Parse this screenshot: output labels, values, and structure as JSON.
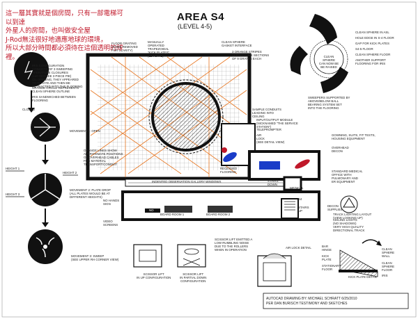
{
  "chinese_note": "這一層其實就是個房間，只有一部電梯可以到達\n外星人的房間，也叫做安全屋\nJ-Rod無法很好地適應地球的環境，\n所以大部分時間都必須待在這個透明的球裡。",
  "title": "AREA S4",
  "subtitle": "(LEVEL 4-5)",
  "labels": {
    "iris_config": "IRIS CONFIGURATION\nCONSISTS OF 3 SWEEPING\nAPERATURE CLOSURES\n(120 DEGREE 3 PIECE PIE)\nON OPENING, THEY APPEARED\nTO ROTATE AND THEN BE\nRETRACTED INTO THE FLOORING",
    "orange_circle": "ORANGE CIRCLE REPRESENTS\nCLEAN SPHERE OUTLINE",
    "iris_sandwiched": "IRIS SANDWICHED BETWEEN\nFLOORING",
    "closed": "CLOSED",
    "movement1": "MOVEMENT 1: OPEN",
    "orange_lines": "ORANGE LINES SHOW\nAPPROXIMATE POSITIONS\nOF OVERHEAD CABLES\nFOR MATERIAL\nTRANSPORT/CONDUIT",
    "height1": "HEIGHT 1",
    "height2": "HEIGHT 2",
    "movement2": "MOVEMENT 2: PLATE DROP\n(ALL PLATES WOULD BE AT\nDIFFERENT HEIGHTS)",
    "height3": "HEIGHT 3",
    "movement3": "MOVEMENT 3: SWEEP\n(SEE UPPER RH CORNER VIEW)",
    "floor_grating": "FLOOR GRATING\n(SOME REMOVED\nFOR CLARITY)",
    "manually_operated": "MANUALLY\nOPERATED\nTRAPEZOIDAL\n\"KICK PLATES\"\n(12 TOTAL)",
    "clean_sphere_gasket": "CLEAN SPHERE\nGASKET INTERFACE",
    "orange_stripes": "3 ORANGE STRIPES\nAFFORDING 4 SECTIONS\nOF 9 GRATES EACH",
    "clean_sphere_asl": "CLEAN SPHERE IN ASL",
    "hole_edge": "HOLE EDGE IN S-4 FLOOR",
    "gap_kick": "GAP FOR KICK PLATES",
    "s4_floor": "S4-5 FLOOR",
    "clean_sphere_floor": "CLEAN SPHERE FLOOR",
    "another_support": "ANOTHER SUPPORT\nFLOORING FOR IRIS",
    "clean_sphere_raised": "CLEAN SPHERE\nCAN NOW BE\nBE RAISED",
    "sweepers": "SWEEPERS SUPPORTED BY\nABOVE/BELOW BALL\nBEARING SYSTEM SET\nINTO THE FLOORING",
    "sample_conduits": "SAMPLE CONDUITS\nLEADING INTO\nCEILING",
    "io_module": "INPUT/OUTPUT MODULE\n(NICKNAMED \"THE SERVICE\nSTATION\")",
    "teleprompter": "TELEPROMPTER",
    "air_lock": "AIR\nLOCK\n(SEE DETAIL VIEW)",
    "gowning": "GOWNING, SUITS, FIT TESTS,\nHOUSING EQUIPMENT",
    "overhead_decon": "OVERHEAD\nDECON",
    "medical_office": "STANDARD MEDICAL\nOFFICE WITH\nPULMONARY AND\nER EQUIPMENT",
    "recessed": "RECESSED\nFLOORING",
    "stairs_down": "STAIRS\nDOWN",
    "medical": "MEDICAL",
    "indented": "INDENTED OBSERVATION GALLERY WINDOWS",
    "no_hands": "NO HANDS\nSIGN",
    "video_screens": "VIDEO\nSCREENS",
    "board1": "BOARD ROOM 1",
    "board2": "BOARD ROOM 2",
    "s4": "S4",
    "stairs_up": "STAIRS\nUP",
    "decon": "DECON\nSUPPLIES",
    "track_lighting": "TRACK LIGHTING LAYOUT\n(VIEW LOOKING UP)",
    "ceiling_lights": "CEILING LIGHTS\n(NO SHADOWS)",
    "very_high": "VERY HIGH QUALITY\nDIRECTIONAL TRACK",
    "scissor_emit": "SCISSOR LIFT EMITTED A\nLOW RUMBLING NOISE\nDUE TO THE ROLLERS\nWHEN IN OPERATION",
    "air_lock_detail": "AIR LOCK DETAIL",
    "scissor_up": "SCISSOR LIFT\nIN UP CONFIGURATION",
    "scissor_partial": "SCISSOR LIFT\nIN PARTIAL DOWN\nCONFIGURATION",
    "bar_hinge": "BAR\nHINGE",
    "kick_plate": "KICK\nPLATE",
    "stationary_floor": "STATIONARY\nFLOOR",
    "clean_sphere_wall": "CLEAN\nSPHERE\nWALL",
    "clean_sphere_floor2": "CLEAN\nSPHERE\nFLOOR",
    "kick_plate_detail": "KICK PLATE DETAIL",
    "iris": "IRIS",
    "sign_no": "NO"
  },
  "footer": "AUTOCAD DRAWING BY: MICHAEL SCHRATT 6/25/2010\nPER DAN BURISCH TESTIMONY AND SKETCHES",
  "colors": {
    "orange": "#e87722",
    "red": "#c0182a",
    "blue": "#1a3cc8",
    "dark": "#111111"
  }
}
